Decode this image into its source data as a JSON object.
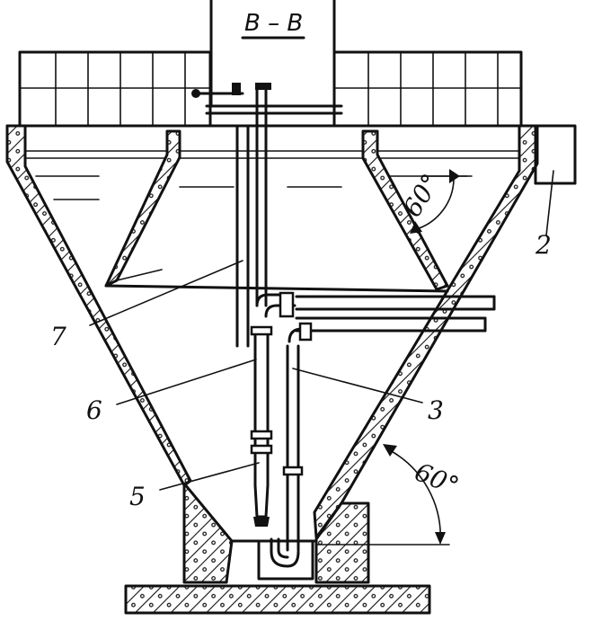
{
  "section_title": "B – B",
  "labels": {
    "l2": "2",
    "l3": "3",
    "l5": "5",
    "l6": "6",
    "l7": "7"
  },
  "angles": {
    "upper": "60°",
    "lower": "60°"
  }
}
